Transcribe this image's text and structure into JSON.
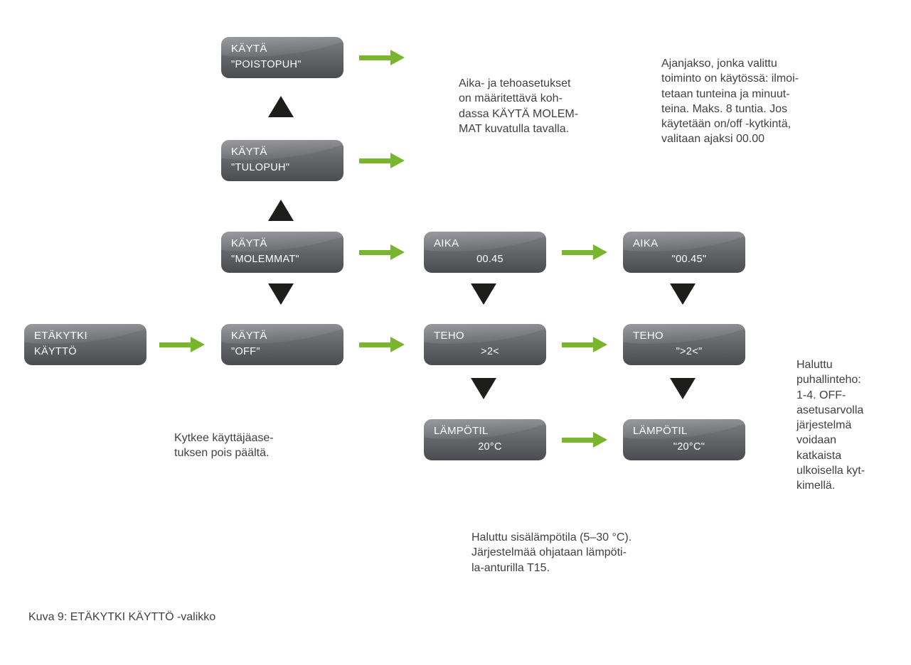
{
  "figure": {
    "caption": "Kuva 9: ETÄKYTKI KÄYTTÖ -valikko"
  },
  "colors": {
    "arrow_green": "#7ab62d",
    "triangle_black": "#1d1d1b",
    "node_dark": "#4a4c4f",
    "node_light": "#7e8083",
    "text": "#414042"
  },
  "nodes": {
    "poistopuh": {
      "line1": "KÄYTÄ",
      "line2": "\"POISTOPUH\""
    },
    "tulopuh": {
      "line1": "KÄYTÄ",
      "line2": "\"TULOPUH\""
    },
    "molemmat": {
      "line1": "KÄYTÄ",
      "line2": "\"MOLEMMAT\""
    },
    "off": {
      "line1": "KÄYTÄ",
      "line2": "\"OFF\""
    },
    "etakytki": {
      "line1": "ETÄKYTKI",
      "line2": "KÄYTTÖ"
    },
    "aika_set": {
      "line1": "AIKA",
      "line2": "00.45"
    },
    "aika_confirm": {
      "line1": "AIKA",
      "line2": "\"00.45\""
    },
    "teho_set": {
      "line1": "TEHO",
      "line2": ">2<"
    },
    "teho_confirm": {
      "line1": "TEHO",
      "line2": "\">2<\""
    },
    "lampotil_set": {
      "line1": "LÄMPÖTIL",
      "line2": "20°C"
    },
    "lampotil_confirm": {
      "line1": "LÄMPÖTIL",
      "line2": "\"20°C\""
    }
  },
  "notes": {
    "aika_teho": "Aika- ja tehoasetukset\non määritettävä koh-\ndassa KÄYTÄ MOLEM-\nMAT kuvatulla tavalla.",
    "ajanjakso": "Ajanjakso, jonka valittu\ntoiminto on käytössä: ilmoi-\ntetaan tunteina ja minuut-\nteina. Maks. 8 tuntia. Jos\nkäytetään on/off -kytkintä,\nvalitaan ajaksi 00.00",
    "kytkee": "Kytkee käyttäjäase-\ntuksen pois päältä.",
    "puhallinteho": "Haluttu\npuhallinteho:\n1-4. OFF-\nasetusarvolla\njärjestelmä\nvoidaan\nkatkaista\nulkoisella kyt-\nkimellä.",
    "sisalampotila": "Haluttu sisälämpötila (5–30 °C).\nJärjestelmää ohjataan lämpöti-\nla-anturilla T15."
  }
}
